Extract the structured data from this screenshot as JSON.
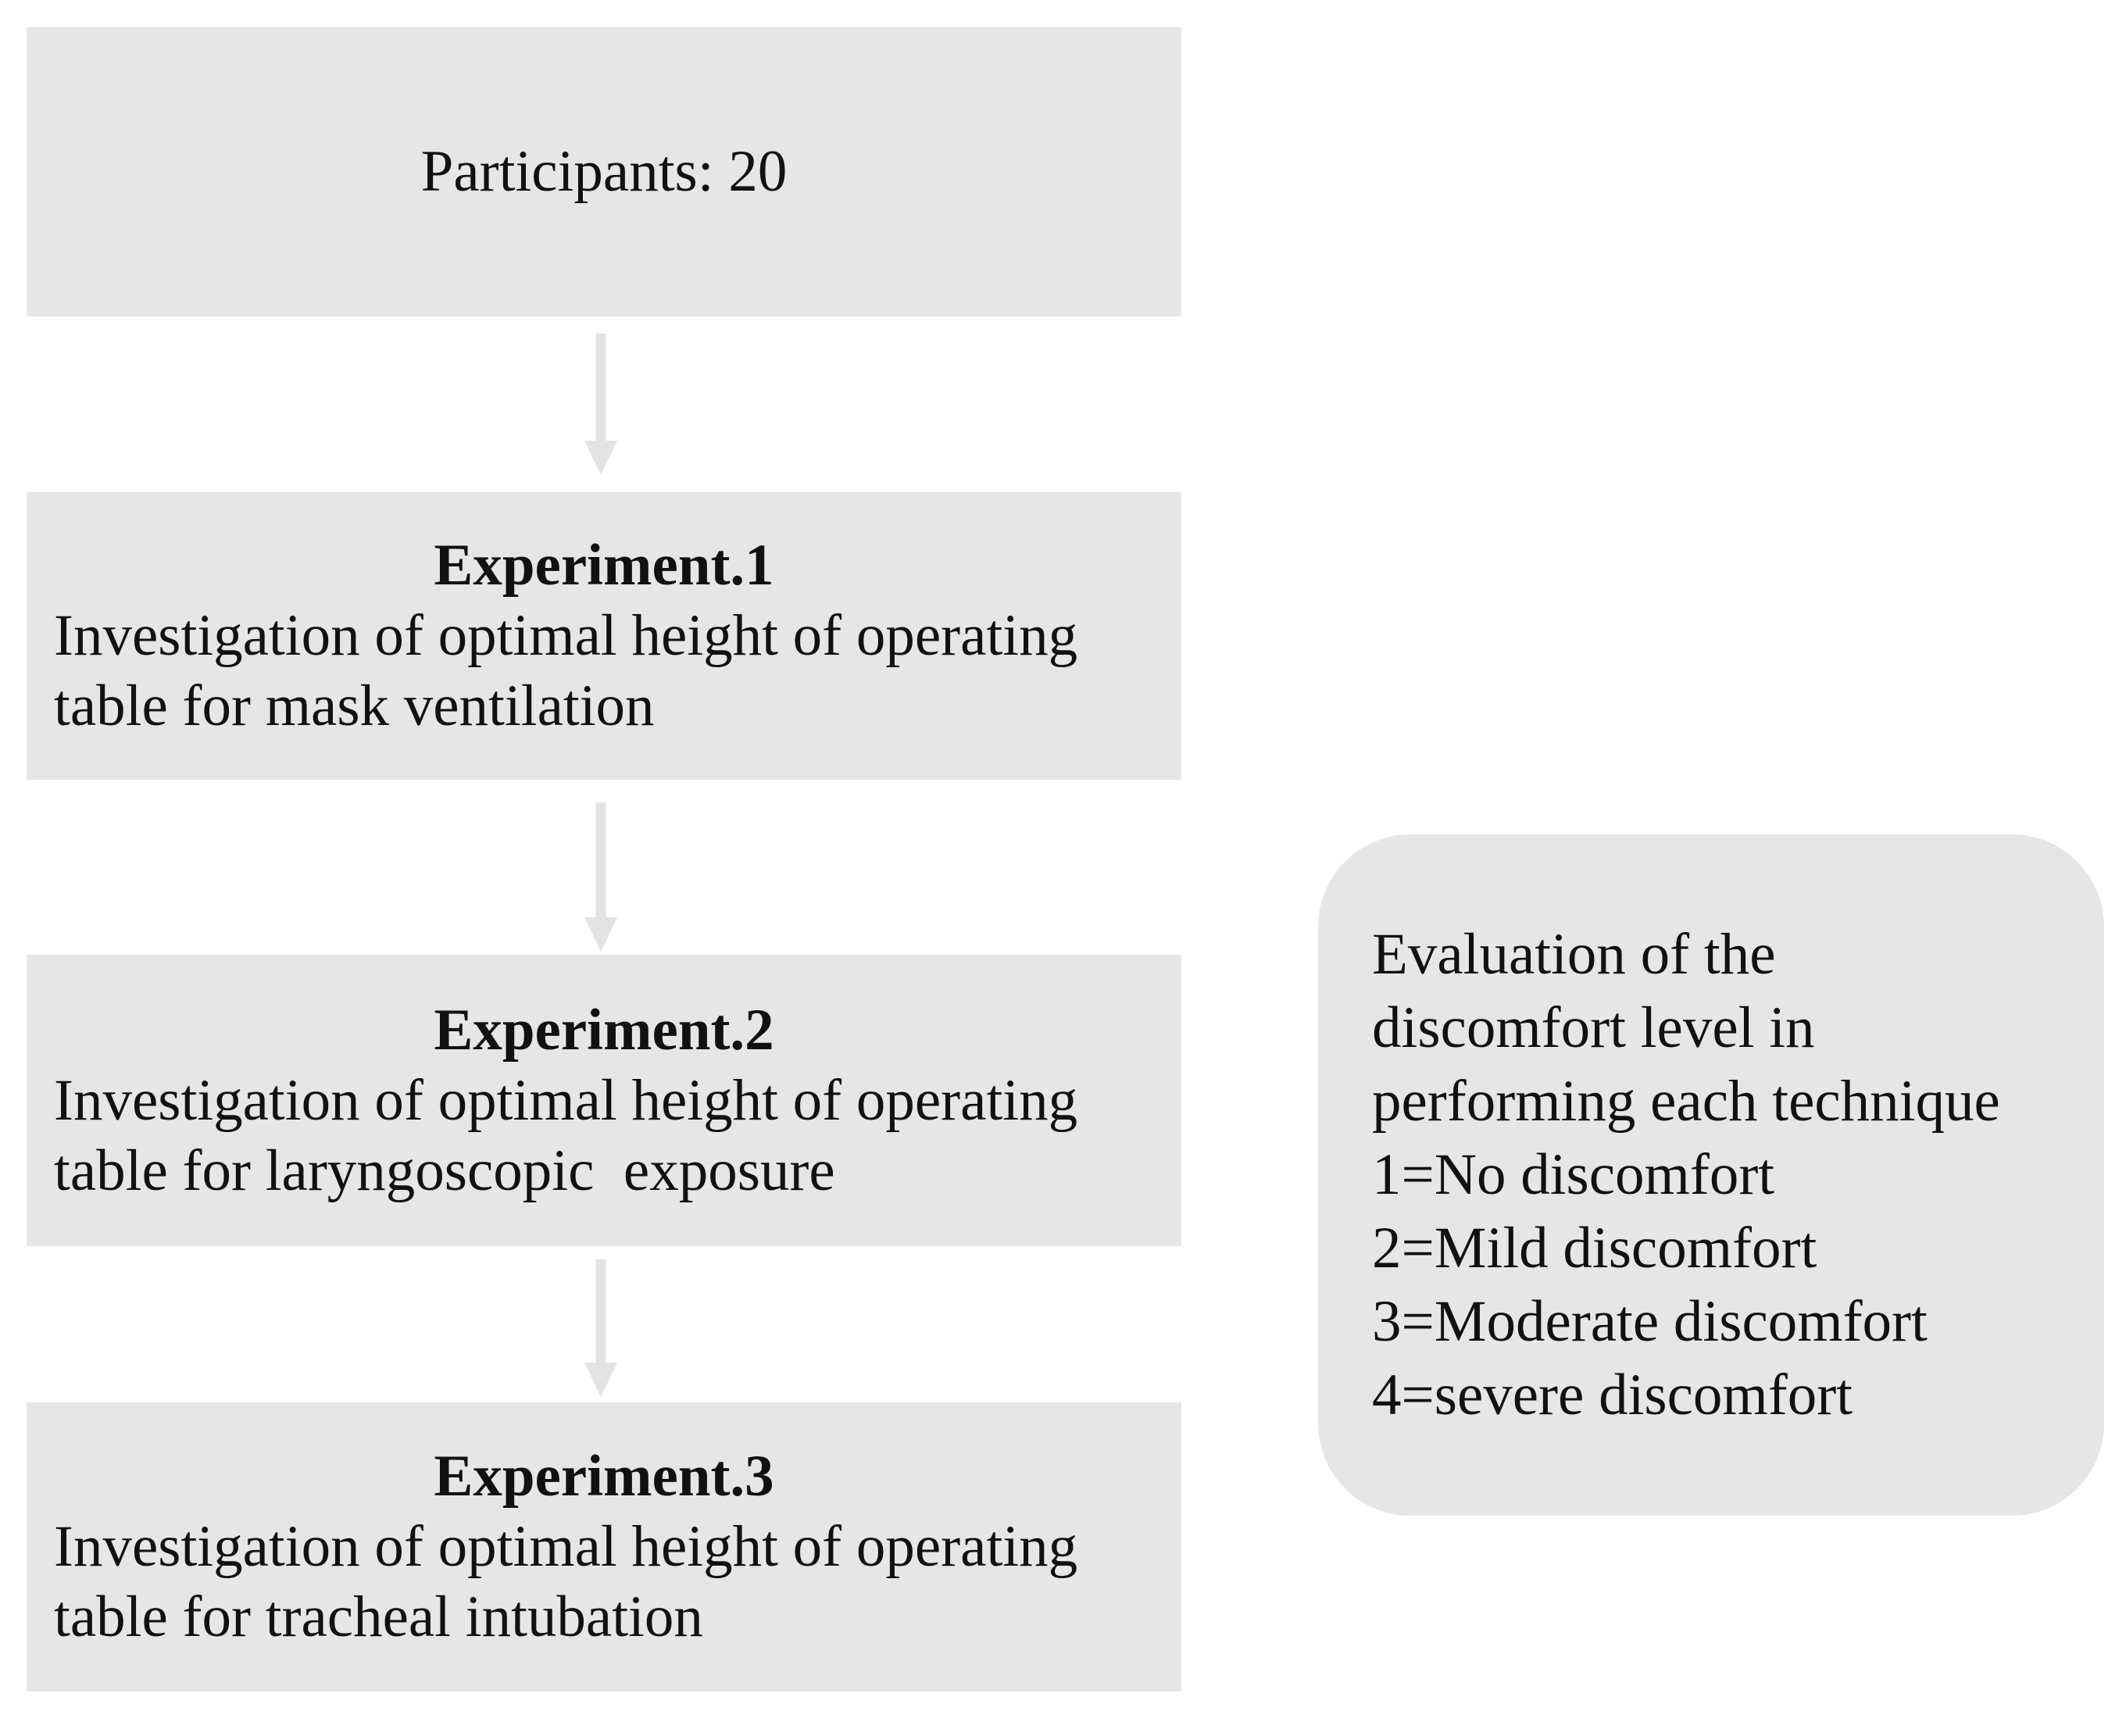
{
  "colors": {
    "background": "#ffffff",
    "box_fill": "#e6e6e6",
    "arrow_fill": "#e3e3e3",
    "text": "#111111"
  },
  "flowchart": {
    "participants_box": {
      "label": "Participants: 20"
    },
    "experiments": [
      {
        "heading": "Experiment.1",
        "body": "Investigation of optimal height of operating\ntable for mask ventilation"
      },
      {
        "heading": "Experiment.2",
        "body": "Investigation of optimal height of operating\ntable for laryngoscopic  exposure"
      },
      {
        "heading": "Experiment.3",
        "body": "Investigation of optimal height of operating\ntable for tracheal intubation"
      }
    ],
    "side_note": {
      "text": "Evaluation of the\ndiscomfort level in\nperforming each technique\n1=No discomfort\n2=Mild discomfort\n3=Moderate discomfort\n4=severe discomfort"
    }
  }
}
